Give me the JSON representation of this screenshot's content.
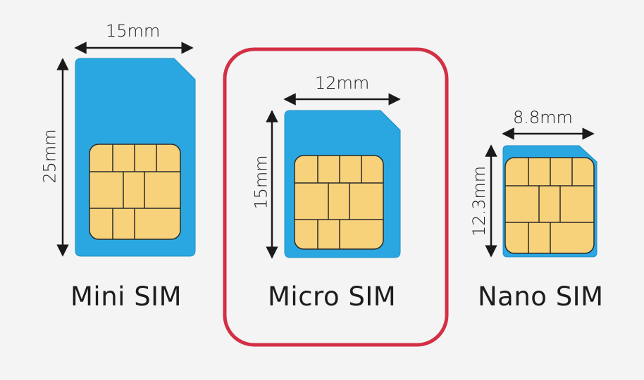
{
  "colors": {
    "background": "#f4f4f4",
    "card": "#2aa7e1",
    "card_edge": "#1b8fc6",
    "chip": "#f7d27a",
    "chip_line": "#2a2a2a",
    "arrow": "#1a1a1a",
    "highlight": "#d32f45"
  },
  "sims": [
    {
      "name": "Mini SIM",
      "width_label": "15mm",
      "height_label": "25mm",
      "highlighted": false
    },
    {
      "name": "Micro SIM",
      "width_label": "12mm",
      "height_label": "15mm",
      "highlighted": true
    },
    {
      "name": "Nano SIM",
      "width_label": "8.8mm",
      "height_label": "12.3mm",
      "highlighted": false
    }
  ]
}
